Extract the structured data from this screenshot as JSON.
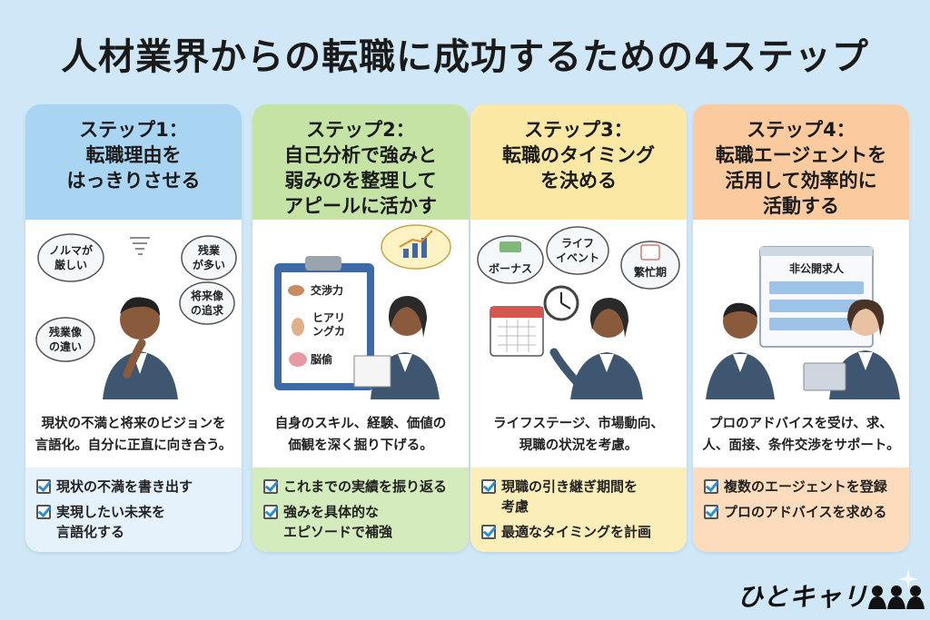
{
  "title": "人材業界からの転職に成功するための4ステップ",
  "steps": [
    {
      "heading": [
        "ステップ1：",
        "転職理由を",
        "はっきりさせる"
      ],
      "bubbles": [
        "ノルマが",
        "厳しい",
        "残業",
        "が多い",
        "将来像",
        "の追求",
        "残業像",
        "の違い"
      ],
      "desc": [
        "現状の不満と将来のビジョンを",
        "言語化。自分に正直に向き合う。"
      ],
      "checks": [
        [
          "現状の不満を書き出す"
        ],
        [
          "実現したい未来を",
          "言語化する"
        ]
      ]
    },
    {
      "heading": [
        "ステップ2：",
        "自己分析で強みと",
        "弱みのを整理して",
        "アピールに活かす"
      ],
      "clipboard": [
        "交渉力",
        "ヒアリ",
        "ングカ",
        "脳偷"
      ],
      "desc": [
        "自身のスキル、経験、価値の",
        "価観を深く掘り下げる。"
      ],
      "checks": [
        [
          "これまでの実績を振り返る"
        ],
        [
          "強みを具体的な",
          "エピソードで補強"
        ]
      ]
    },
    {
      "heading": [
        "ステップ3：",
        "転職のタイミング",
        "を決める"
      ],
      "bubbles": [
        "ボーナス",
        "ライフ",
        "イベント",
        "繁忙期"
      ],
      "desc": [
        "ライフステージ、市場動向、",
        "現職の状況を考慮。"
      ],
      "checks": [
        [
          "現職の引き継ぎ期間を",
          "考慮"
        ],
        [
          "最適なタイミングを計画"
        ]
      ]
    },
    {
      "heading": [
        "ステップ4：",
        "転職エージェントを",
        "活用して効率的に",
        "活動する"
      ],
      "window_title": "非公開求人",
      "desc": [
        "プロのアドバイスを受け、求、",
        "人、面接、条件交渉をサポート。"
      ],
      "checks": [
        [
          "複数のエージェントを登録"
        ],
        [
          "プロのアドバイスを求める"
        ]
      ]
    }
  ],
  "logo": "ひとキャリ",
  "colors": {
    "background": "#cfe7f7",
    "step1": "#a9d5f2",
    "step2": "#c4e3a5",
    "step3": "#fbe8a4",
    "step4": "#fbcb9f",
    "check": "#2c8fd6"
  }
}
